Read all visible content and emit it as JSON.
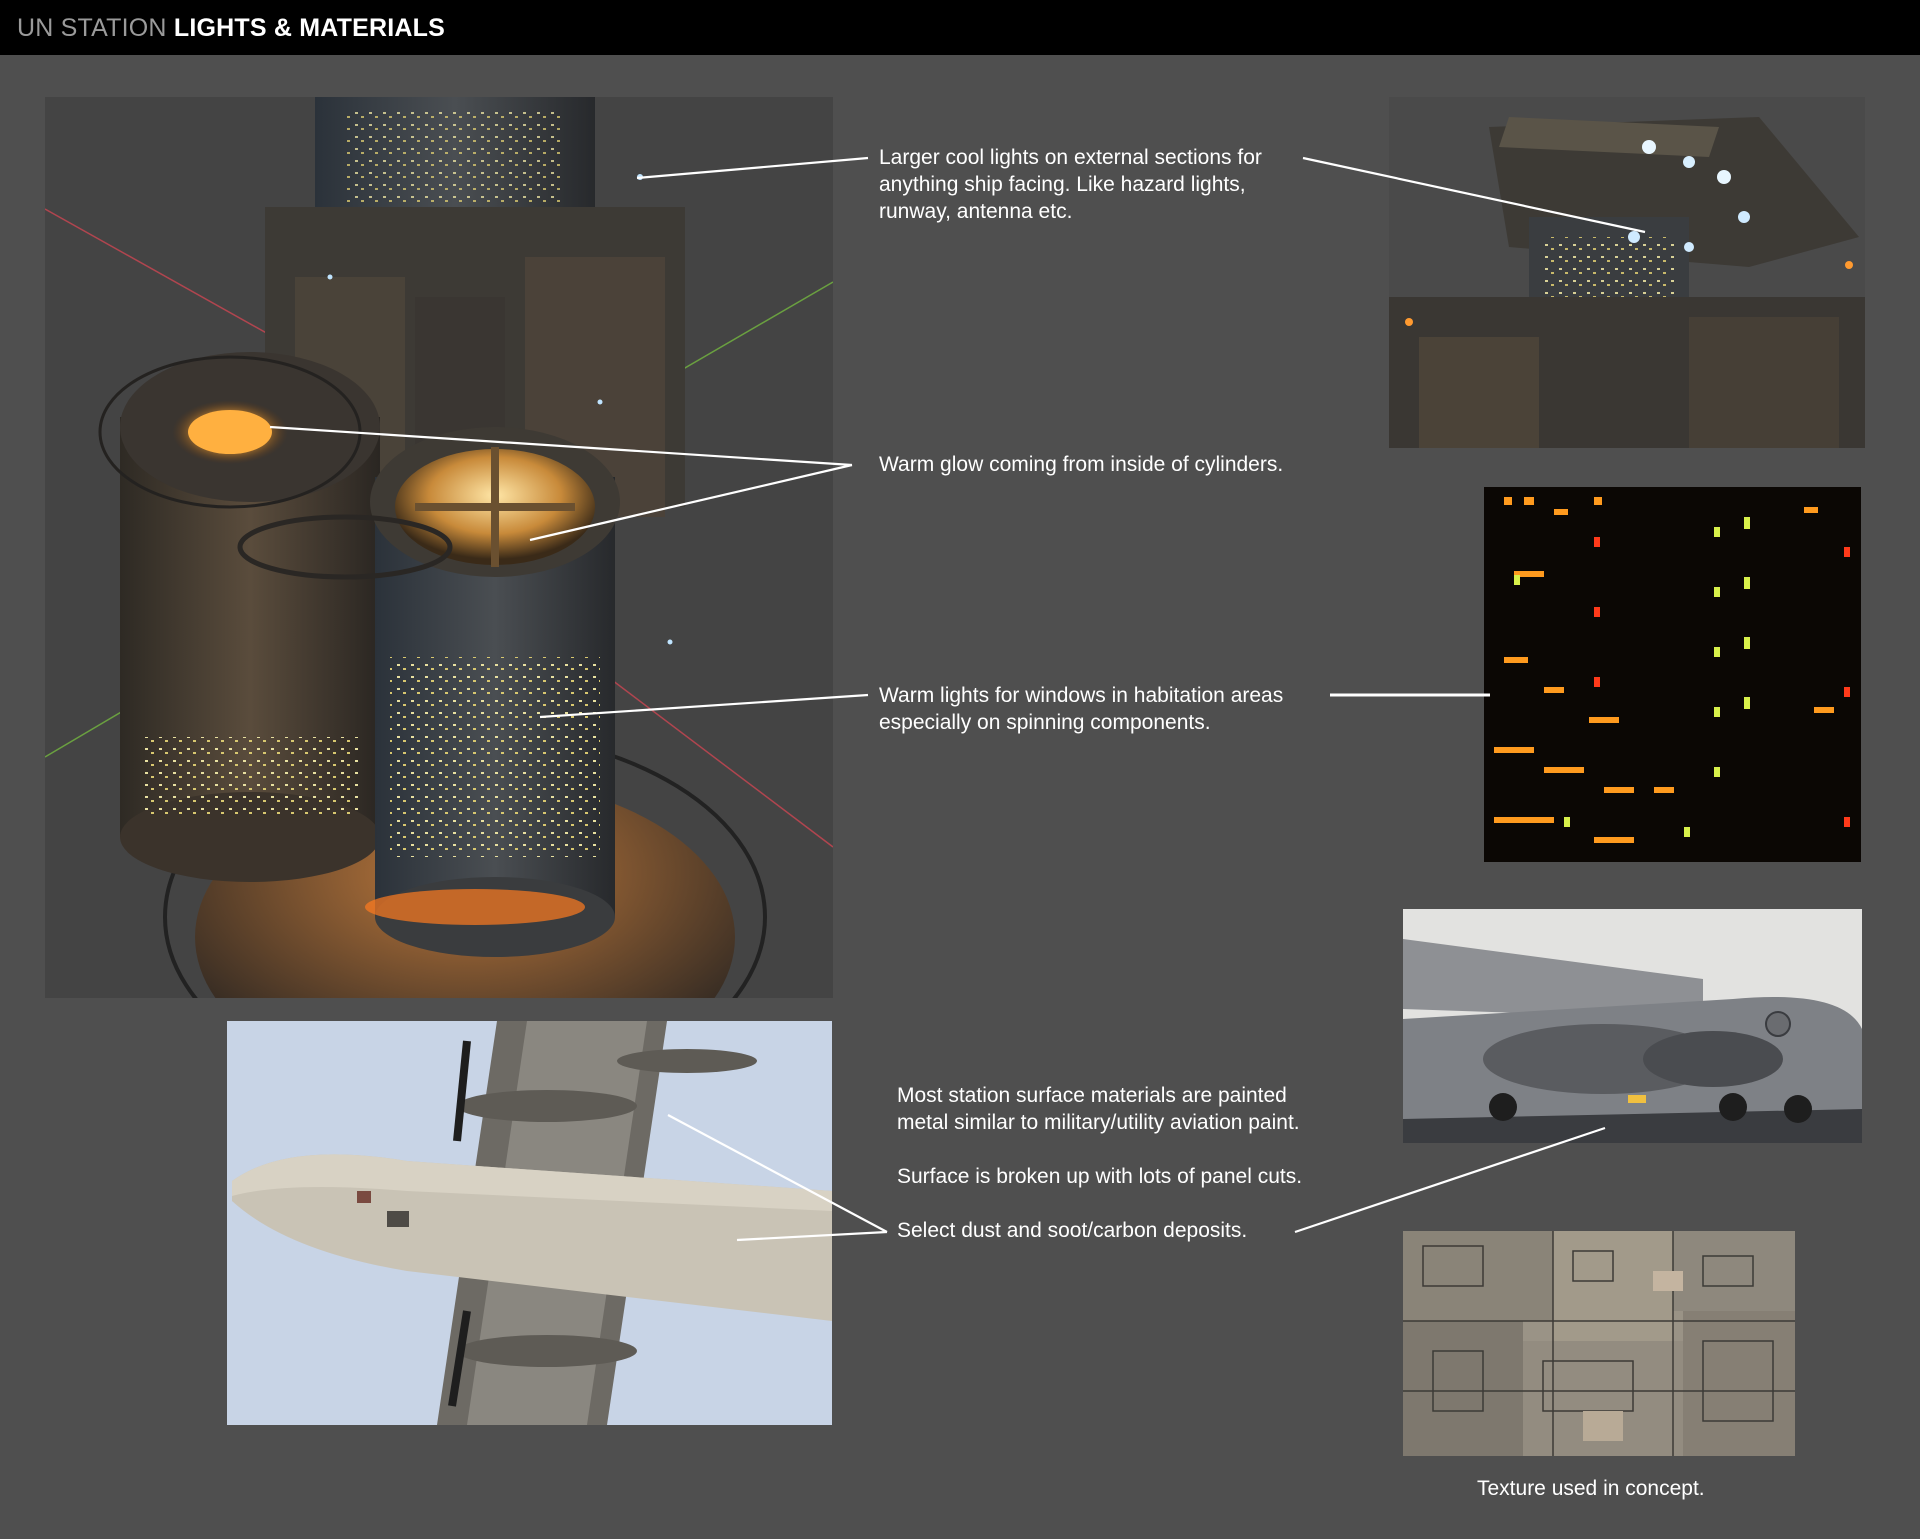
{
  "header": {
    "title_prefix": "UN STATION",
    "title_main": "LIGHTS & MATERIALS"
  },
  "notes": {
    "cool_lights": [
      "Larger cool lights on external sections for",
      "anything ship facing. Like hazard lights,",
      "runway, antenna etc."
    ],
    "warm_glow": "Warm glow coming from inside of cylinders.",
    "window_lights": [
      "Warm lights for windows in habitation areas",
      "especially on spinning components."
    ],
    "materials": {
      "painted_metal": [
        "Most station surface materials are painted",
        "metal similar to military/utility aviation paint."
      ],
      "panel_cuts": "Surface is broken up with lots of panel cuts.",
      "dust": "Select dust and soot/carbon deposits."
    }
  },
  "texture_caption": "Texture used in concept.",
  "colors": {
    "background": "#4f4f4f",
    "header": "#000000",
    "warm_glow": "#ff9a2e",
    "cool_light": "#bfe4ff",
    "window_warm": "#ffb030"
  }
}
